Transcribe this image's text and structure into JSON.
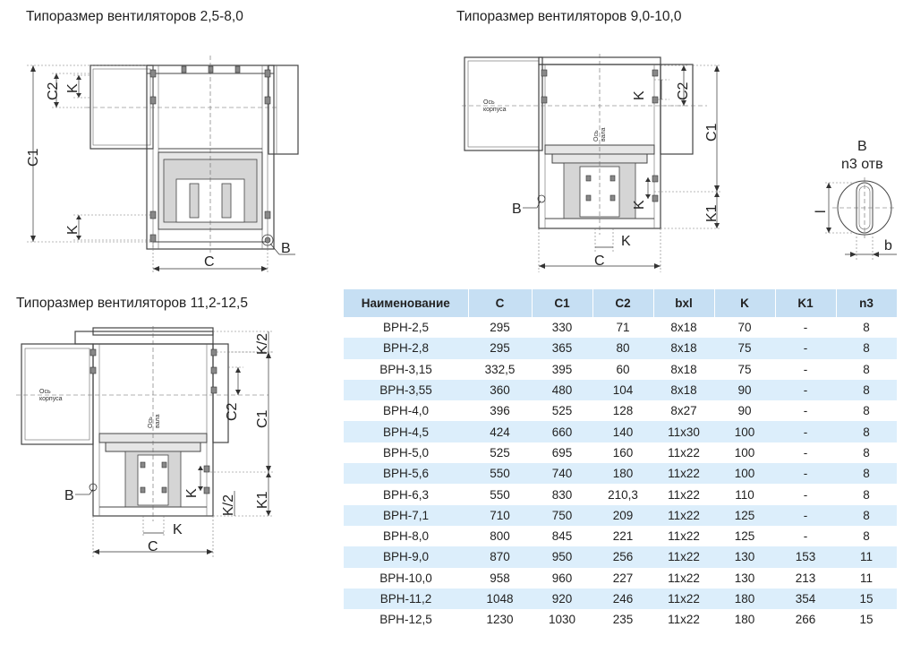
{
  "titles": {
    "fig1": "Типоразмер вентиляторов 2,5-8,0",
    "fig2": "Типоразмер вентиляторов 9,0-10,0",
    "fig3": "Типоразмер вентиляторов 11,2-12,5"
  },
  "labels": {
    "C": "C",
    "C1": "C1",
    "C2": "C2",
    "K": "K",
    "K1": "K1",
    "K_half": "K/2",
    "B": "B",
    "b": "b",
    "l": "l",
    "n3_holes": "n3 отв",
    "axis_body_1": "Ось",
    "axis_body_2": "корпуса",
    "axis_shaft_1": "Ось",
    "axis_shaft_2": "вала"
  },
  "table": {
    "headers": [
      "Наименование",
      "C",
      "C1",
      "C2",
      "bxl",
      "K",
      "K1",
      "n3"
    ],
    "rows": [
      [
        "ВРН-2,5",
        "295",
        "330",
        "71",
        "8x18",
        "70",
        "-",
        "8"
      ],
      [
        "ВРН-2,8",
        "295",
        "365",
        "80",
        "8x18",
        "75",
        "-",
        "8"
      ],
      [
        "ВРН-3,15",
        "332,5",
        "395",
        "60",
        "8x18",
        "75",
        "-",
        "8"
      ],
      [
        "ВРН-3,55",
        "360",
        "480",
        "104",
        "8x18",
        "90",
        "-",
        "8"
      ],
      [
        "ВРН-4,0",
        "396",
        "525",
        "128",
        "8x27",
        "90",
        "-",
        "8"
      ],
      [
        "ВРН-4,5",
        "424",
        "660",
        "140",
        "11x30",
        "100",
        "-",
        "8"
      ],
      [
        "ВРН-5,0",
        "525",
        "695",
        "160",
        "11x22",
        "100",
        "-",
        "8"
      ],
      [
        "ВРН-5,6",
        "550",
        "740",
        "180",
        "11x22",
        "100",
        "-",
        "8"
      ],
      [
        "ВРН-6,3",
        "550",
        "830",
        "210,3",
        "11x22",
        "110",
        "-",
        "8"
      ],
      [
        "ВРН-7,1",
        "710",
        "750",
        "209",
        "11x22",
        "125",
        "-",
        "8"
      ],
      [
        "ВРН-8,0",
        "800",
        "845",
        "221",
        "11x22",
        "125",
        "-",
        "8"
      ],
      [
        "ВРН-9,0",
        "870",
        "950",
        "256",
        "11x22",
        "130",
        "153",
        "11"
      ],
      [
        "ВРН-10,0",
        "958",
        "960",
        "227",
        "11x22",
        "130",
        "213",
        "11"
      ],
      [
        "ВРН-11,2",
        "1048",
        "920",
        "246",
        "11x22",
        "180",
        "354",
        "15"
      ],
      [
        "ВРН-12,5",
        "1230",
        "1030",
        "235",
        "11x22",
        "180",
        "266",
        "15"
      ]
    ]
  }
}
